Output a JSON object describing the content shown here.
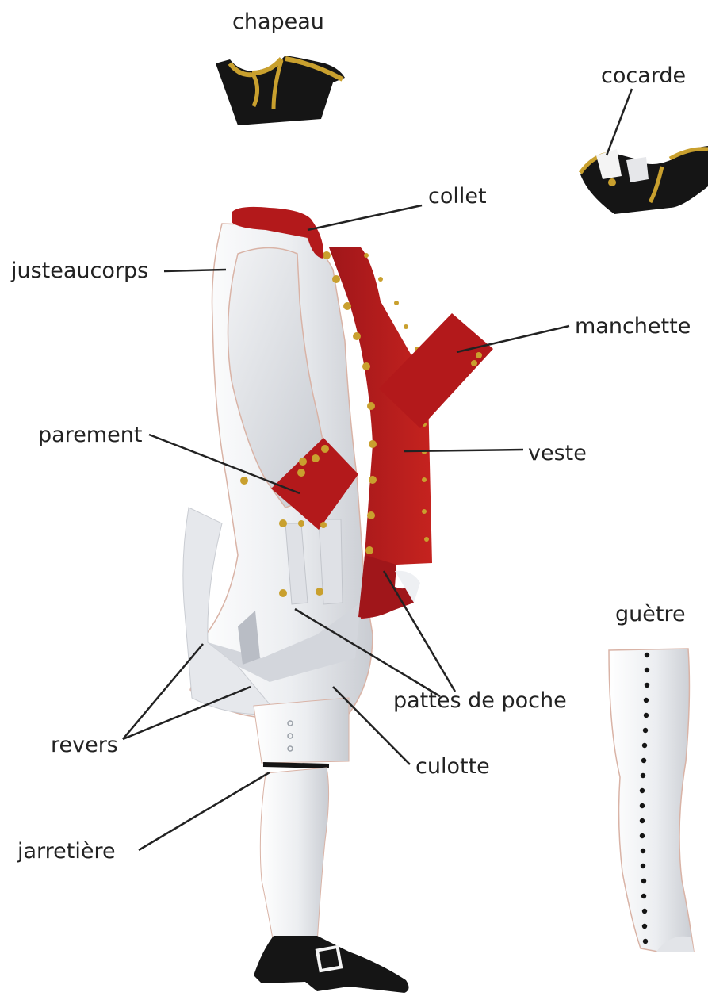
{
  "labels": {
    "chapeau": "chapeau",
    "cocarde": "cocarde",
    "collet": "collet",
    "justeaucorps": "justeaucorps",
    "manchette": "manchette",
    "parement": "parement",
    "veste": "veste",
    "guetre": "guètre",
    "pattes_de_poche": "pattes de poche",
    "revers": "revers",
    "culotte": "culotte",
    "jarretiere": "jarretière"
  },
  "colors": {
    "red": "#b3191b",
    "gold": "#c9a02e",
    "black": "#151515",
    "white": "#f4f4f4",
    "shade": "#d9dbe0",
    "line": "#222222"
  }
}
